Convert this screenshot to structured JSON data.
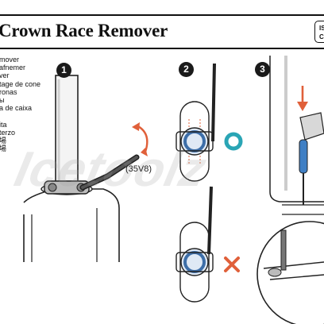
{
  "document": {
    "title": "Crown Race Remover",
    "product_code_lines": [
      "IS",
      "C"
    ],
    "tool_code": "(35V8)",
    "watermark": "Icetoolz"
  },
  "languages": [
    "mover",
    "afnemer",
    "ver",
    "tage de cone",
    "ronas",
    "ы",
    "a de caixa",
    "",
    "ita",
    "terzo",
    "場",
    "場"
  ],
  "steps": [
    {
      "number": "1"
    },
    {
      "number": "2"
    },
    {
      "number": "3"
    }
  ],
  "colors": {
    "ring_blue": "#3d6ea8",
    "ring_teal": "#2aa5b5",
    "arrow_red": "#e0603a",
    "wrong_mark": "#e0603a",
    "screwdriver_blue": "#3f7fc4"
  }
}
